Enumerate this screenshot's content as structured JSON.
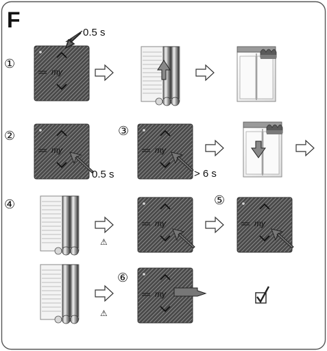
{
  "panel": {
    "letter": "F"
  },
  "steps": {
    "s1": "①",
    "s2": "②",
    "s3": "③",
    "s4": "④",
    "s5": "⑤",
    "s6": "⑥"
  },
  "remote": {
    "up": "^",
    "my": "my",
    "down": "v"
  },
  "timings": {
    "t1": "0.5 s",
    "t2": "0.5 s",
    "t3": "> 6 s"
  },
  "warning_glyph": "⚠",
  "check_glyph": "☑",
  "colors": {
    "frame": "#555555",
    "remote_body": "#4a4a4a",
    "remote_hatch": "#9a9a9a",
    "arrow_fill": "#ffffff"
  }
}
